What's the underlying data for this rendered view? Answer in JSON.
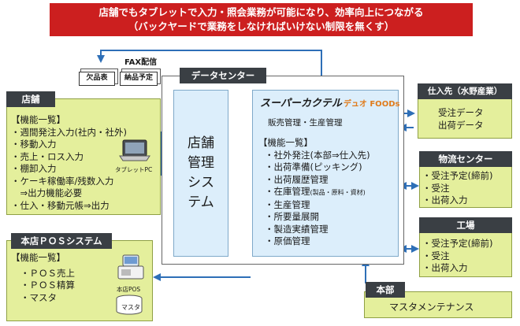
{
  "banner": {
    "line1": "店舗でもタブレットで入力・照会業務が可能になり、効率向上につながる",
    "line2": "（バックヤードで業務をしなければいけない制限を無くす）"
  },
  "fax": {
    "label": "FAX配信",
    "doc1": "欠品表",
    "doc2": "納品予定"
  },
  "store": {
    "title": "店舗",
    "header": "【機能一覧】",
    "items": [
      "・週間発注入力(社内・社外)",
      "・移動入力",
      "・売上・ロス入力",
      "・棚卸入力",
      "・ケーキ稼働率/残数入力",
      "　⇒出力機能必要",
      "・仕入・移動元帳⇒出力"
    ],
    "device_label": "タブレットPC"
  },
  "pos": {
    "title": "本店ＰＯＳシステム",
    "header": "【機能一覧】",
    "items": [
      "・ＰＯＳ売上",
      "・ＰＯＳ精算",
      "・マスタ"
    ],
    "device_label": "本店POS",
    "db_label": "マスタ"
  },
  "datacenter": {
    "title": "データセンター",
    "store_system": [
      "店舗",
      "管理",
      "シス",
      "テム"
    ],
    "logo": "スーパーカクテル",
    "logo_suffix": "デュオ FOODs",
    "subtitle": "販売管理・生産管理",
    "header": "【機能一覧】",
    "items": [
      "・社外発注(本部⇒仕入先)",
      "・出荷準備(ピッキング)",
      "・出荷履歴管理",
      "・在庫管理",
      "・生産管理",
      "・所要量展開",
      "・製造実績管理",
      "・原価管理"
    ],
    "inventory_note": "(製品・原料・資材)"
  },
  "supplier": {
    "title": "仕入先（水野産業）",
    "items": [
      "受注データ",
      "出荷データ"
    ]
  },
  "logistics": {
    "title": "物流センター",
    "items": [
      "・受注予定(締前)",
      "・受注",
      "・出荷入力"
    ]
  },
  "factory": {
    "title": "工場",
    "items": [
      "・受注予定(締前)",
      "・受注",
      "・出荷入力"
    ]
  },
  "hq": {
    "title": "本部",
    "items": [
      "マスタメンテナンス"
    ]
  },
  "colors": {
    "banner": "#cc1f1f",
    "green_box": "#e4ef9c",
    "blue_box": "#dceefb",
    "arrow": "#2e6fb7",
    "dark_title": "#3a3f44"
  }
}
